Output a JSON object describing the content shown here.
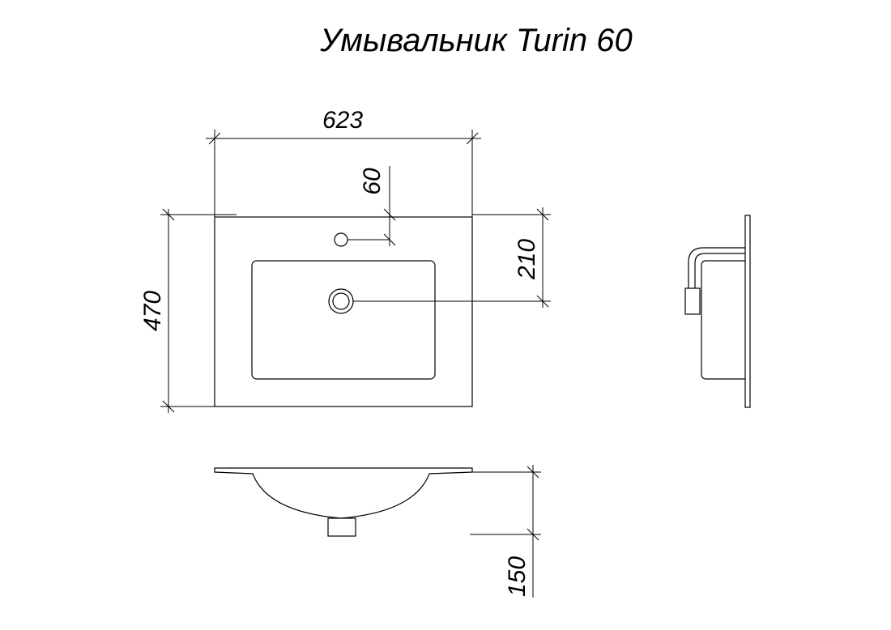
{
  "title": "Умывальник Turin 60",
  "dimensions": {
    "width": "623",
    "depth": "470",
    "tap_hole_offset": "60",
    "drain_offset": "210",
    "height": "150"
  },
  "colors": {
    "line": "#000000",
    "background": "#ffffff"
  }
}
